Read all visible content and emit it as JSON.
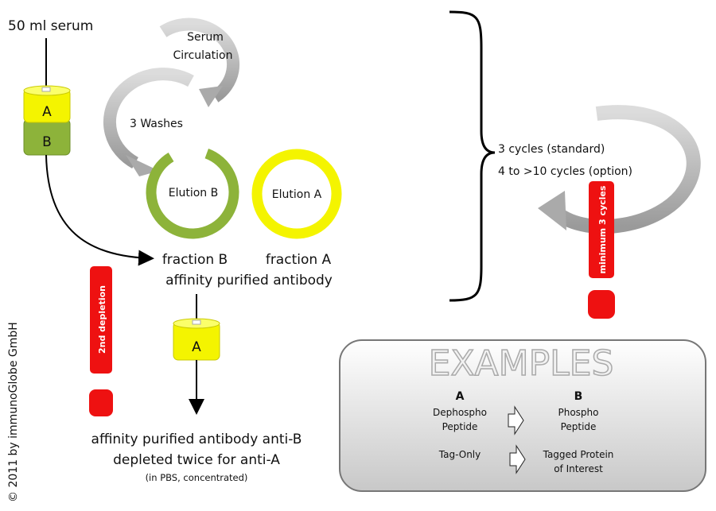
{
  "source_label": "50 ml serum",
  "column": {
    "top_label": "A",
    "bottom_label": "B"
  },
  "cycle": {
    "serum_circulation": [
      "Serum",
      "Circulation"
    ],
    "washes": "3 Washes",
    "elution_b": "Elution B",
    "elution_a": "Elution A"
  },
  "fractions": {
    "fraction_b": "fraction B",
    "fraction_a": "fraction A",
    "caption": "affinity purified antibody"
  },
  "depletion_column_label": "A",
  "warning_left": "2nd depletion",
  "result": {
    "line1": "affinity purified antibody anti-B",
    "line2": "depleted twice for anti-A",
    "note": "(in PBS, concentrated)"
  },
  "copyright": "© 2011 by immunoGlobe GmbH",
  "cycles": {
    "standard": "3 cycles (standard)",
    "option": "4 to >10 cycles (option)",
    "warning": "minimum  3 cycles"
  },
  "examples": {
    "title": "EXAMPLES",
    "col_a": "A",
    "col_b": "B",
    "rows": [
      {
        "a": [
          "Dephospho",
          "Peptide"
        ],
        "b": [
          "Phospho",
          "Peptide"
        ]
      },
      {
        "a": [
          "Tag-Only"
        ],
        "b": [
          "Tagged Protein",
          "of Interest"
        ]
      }
    ]
  },
  "colors": {
    "yellow": "#f4f400",
    "green": "#8db33a",
    "red": "#ee1111",
    "gray": "#b5b5b5"
  }
}
